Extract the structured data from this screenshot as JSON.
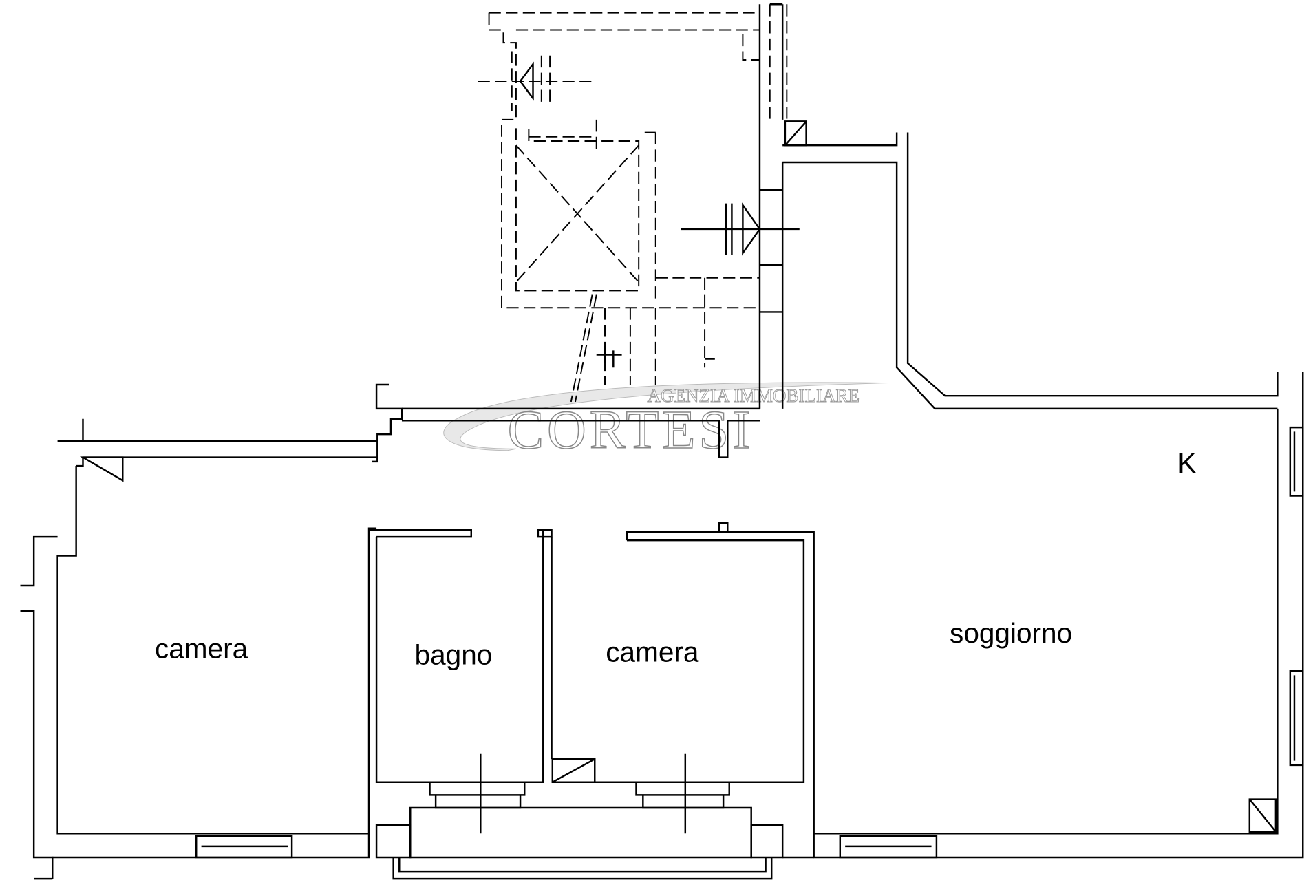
{
  "rooms": [
    {
      "label": "camera"
    },
    {
      "label": "bagno"
    },
    {
      "label": "camera"
    },
    {
      "label": "soggiorno"
    },
    {
      "label": "K"
    }
  ],
  "watermark": {
    "line1": "AGENZIA IMMOBILIARE",
    "line2": "CORTESI"
  }
}
